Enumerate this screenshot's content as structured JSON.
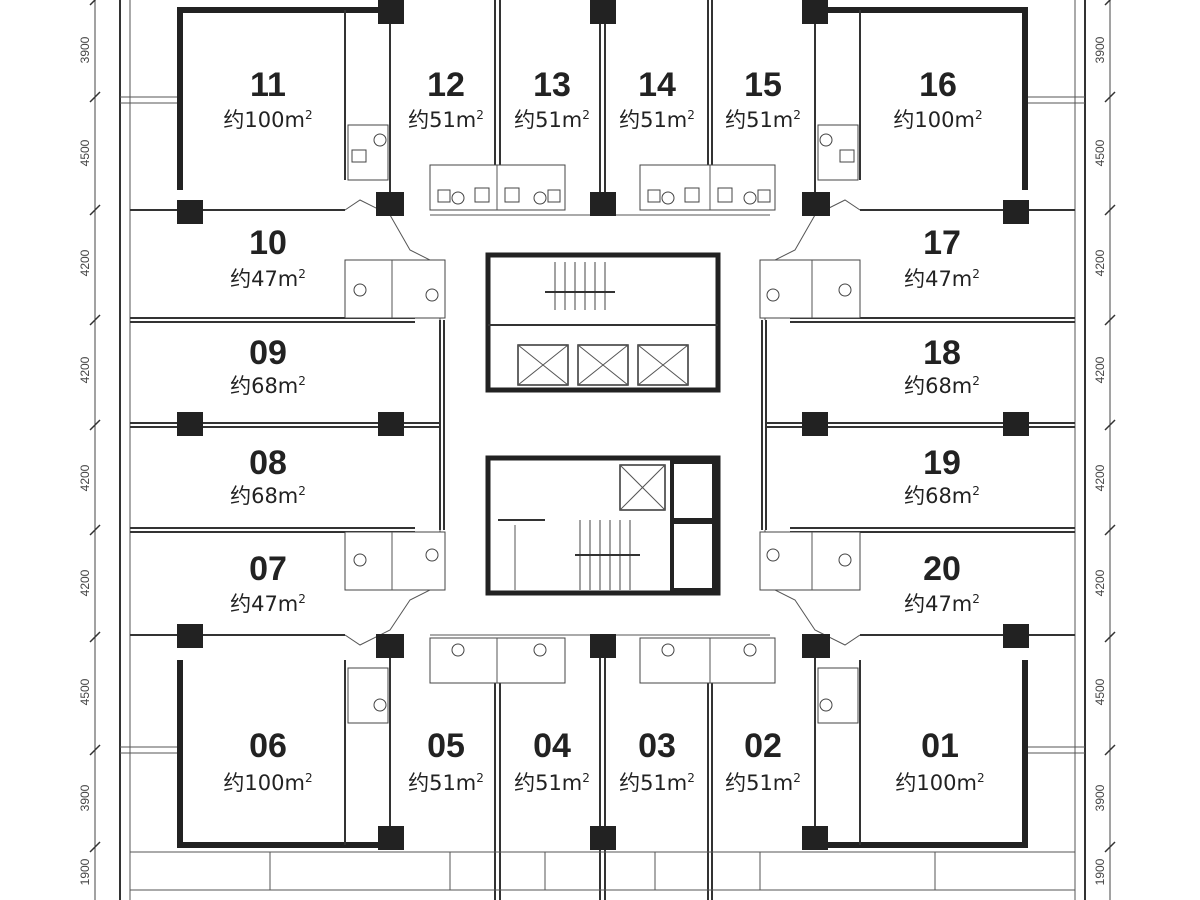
{
  "units": [
    {
      "number": "11",
      "area": "约100m",
      "sup": "2"
    },
    {
      "number": "12",
      "area": "约51m",
      "sup": "2"
    },
    {
      "number": "13",
      "area": "约51m",
      "sup": "2"
    },
    {
      "number": "14",
      "area": "约51m",
      "sup": "2"
    },
    {
      "number": "15",
      "area": "约51m",
      "sup": "2"
    },
    {
      "number": "16",
      "area": "约100m",
      "sup": "2"
    },
    {
      "number": "10",
      "area": "约47m",
      "sup": "2"
    },
    {
      "number": "17",
      "area": "约47m",
      "sup": "2"
    },
    {
      "number": "09",
      "area": "约68m",
      "sup": "2"
    },
    {
      "number": "18",
      "area": "约68m",
      "sup": "2"
    },
    {
      "number": "08",
      "area": "约68m",
      "sup": "2"
    },
    {
      "number": "19",
      "area": "约68m",
      "sup": "2"
    },
    {
      "number": "07",
      "area": "约47m",
      "sup": "2"
    },
    {
      "number": "20",
      "area": "约47m",
      "sup": "2"
    },
    {
      "number": "06",
      "area": "约100m",
      "sup": "2"
    },
    {
      "number": "05",
      "area": "约51m",
      "sup": "2"
    },
    {
      "number": "04",
      "area": "约51m",
      "sup": "2"
    },
    {
      "number": "03",
      "area": "约51m",
      "sup": "2"
    },
    {
      "number": "02",
      "area": "约51m",
      "sup": "2"
    },
    {
      "number": "01",
      "area": "约100m",
      "sup": "2"
    }
  ],
  "dimensions": {
    "left": [
      "3900",
      "4500",
      "4200",
      "4200",
      "4200",
      "4200",
      "4500",
      "3900",
      "1900"
    ],
    "right": [
      "3900",
      "4500",
      "4200",
      "4200",
      "4200",
      "4200",
      "4500",
      "3900",
      "1900"
    ]
  }
}
